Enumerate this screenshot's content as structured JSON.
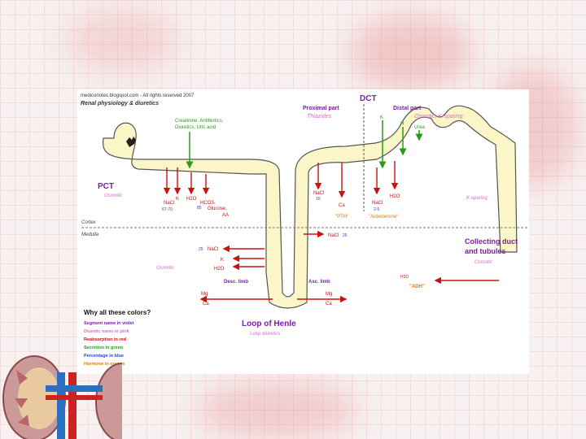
{
  "header": {
    "copyright": "mediconotes.blogspot.com - All rights reserved 2007",
    "subject": "Renal physiology & diuretics"
  },
  "dct": "DCT",
  "pct": {
    "title": "PCT",
    "diuretic": "Osmotic"
  },
  "proximal_part": {
    "title": "Proximal part",
    "diuretic": "Thiazides"
  },
  "distal_part": {
    "title": "Distal part",
    "diuretic": "Osmotic, K-sparing"
  },
  "secretion_pct": [
    "Creatinine, Antibiotics,",
    "Diuretics, Uric acid"
  ],
  "pct_reabsorption": {
    "nacl": "NaCl",
    "nacl_pct": "67-70",
    "k": "K",
    "h2o": "H2O",
    "hco3": "HCO3-",
    "hco3_pct": "85",
    "glucose": "Glucose,",
    "aa": "AA"
  },
  "dct_proximal": {
    "nacl": "NaCl",
    "nacl_pct": "10",
    "ca": "Ca",
    "pth": "\"PTH\""
  },
  "dct_distal": {
    "k": "K",
    "h": "H",
    "urea": "Urea",
    "nacl": "NaCl",
    "nacl_pct": "2-5",
    "h2o": "H2O",
    "aldosterone": "\"Aldosterone\""
  },
  "k_sparing": "K-sparing",
  "cortex": "Cortex",
  "medulla": "Medulla",
  "asc_nacl": {
    "label": "NaCl",
    "pct": "25"
  },
  "desc": {
    "nacl_pct": "25",
    "nacl": "NaCl",
    "k": "K",
    "h2o": "H2O",
    "osmotic": "Osmotic",
    "limb": "Desc. limb",
    "mg": "Mg",
    "ca": "Ca"
  },
  "asc": {
    "limb": "Asc. limb",
    "mg": "Mg",
    "ca": "Ca"
  },
  "collecting": {
    "title1": "Collecting duct",
    "title2": "and tubules",
    "diuretic": "Osmotic",
    "h2o": "H2O",
    "adh": "\"ADH\""
  },
  "loop": {
    "title": "Loop of Henle",
    "diuretic": "Loop diuretics"
  },
  "legend": {
    "title": "Why all these colors?",
    "items": [
      {
        "text": "Segment name in violet",
        "color": "#7a1fa0"
      },
      {
        "text": "Diuretic name in pink",
        "color": "#d470c8"
      },
      {
        "text": "Reabsorption in red",
        "color": "#cc1111"
      },
      {
        "text": "Secretion in green",
        "color": "#2a9a1a"
      },
      {
        "text": "Percentage in blue",
        "color": "#2a3fc0"
      },
      {
        "text": "Hormone in orange",
        "color": "#e07a00"
      }
    ]
  },
  "colors": {
    "segment": "#7a1fa0",
    "diuretic": "#d470c8",
    "reabsorption": "#cc1111",
    "secretion": "#2a9a1a",
    "percentage": "#2a3fc0",
    "hormone": "#e07a00",
    "tubule": "#faf6c8"
  }
}
